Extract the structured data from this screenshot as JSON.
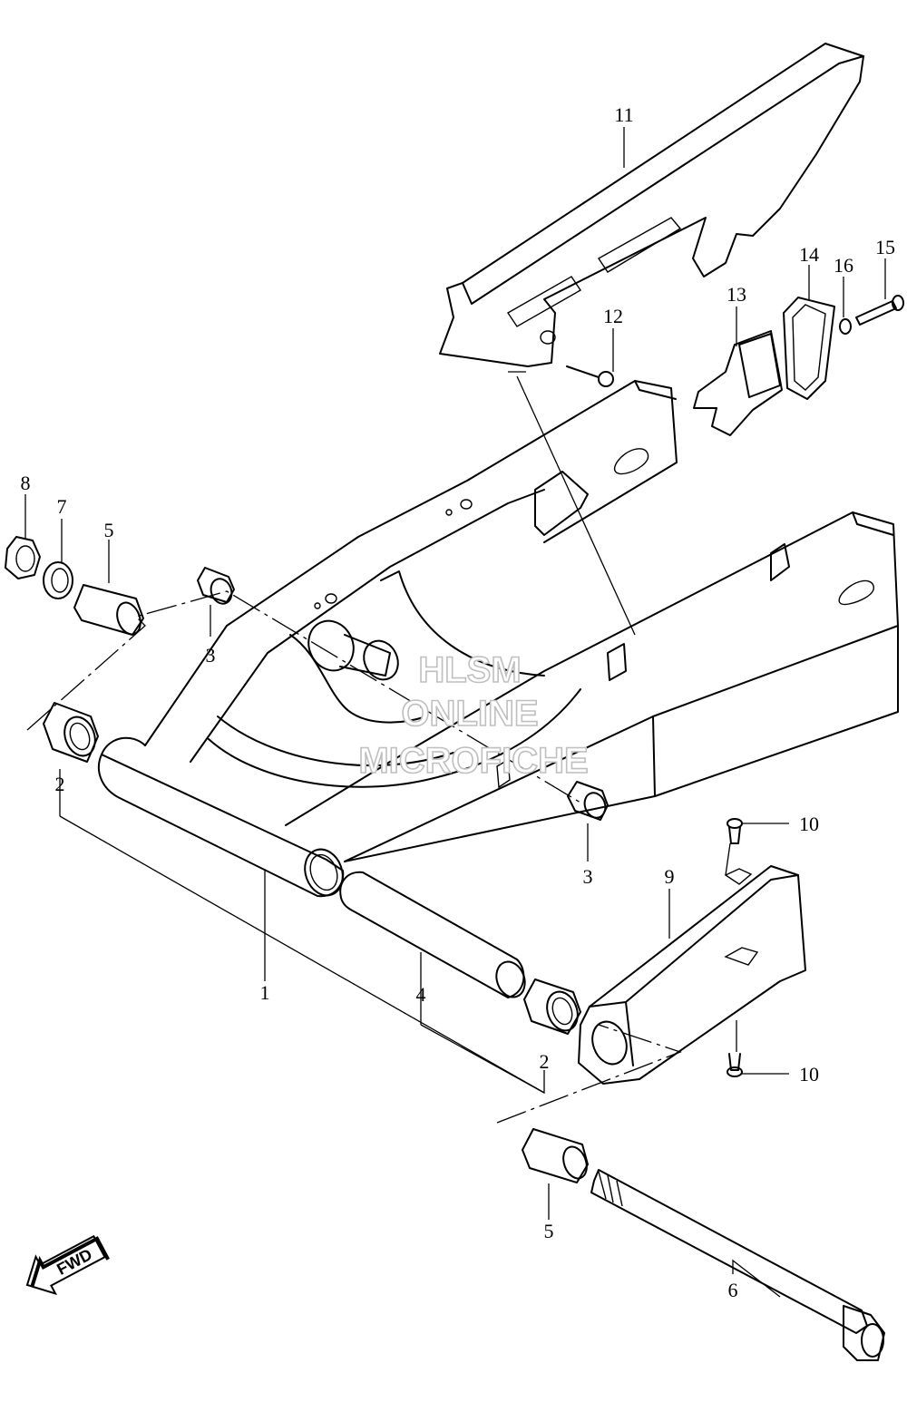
{
  "callouts": [
    {
      "id": "c1",
      "label": "1"
    },
    {
      "id": "c2a",
      "label": "2"
    },
    {
      "id": "c2b",
      "label": "2"
    },
    {
      "id": "c3a",
      "label": "3"
    },
    {
      "id": "c3b",
      "label": "3"
    },
    {
      "id": "c4",
      "label": "4"
    },
    {
      "id": "c5a",
      "label": "5"
    },
    {
      "id": "c5b",
      "label": "5"
    },
    {
      "id": "c6",
      "label": "6"
    },
    {
      "id": "c7",
      "label": "7"
    },
    {
      "id": "c8",
      "label": "8"
    },
    {
      "id": "c9",
      "label": "9"
    },
    {
      "id": "c10a",
      "label": "10"
    },
    {
      "id": "c10b",
      "label": "10"
    },
    {
      "id": "c11",
      "label": "11"
    },
    {
      "id": "c12",
      "label": "12"
    },
    {
      "id": "c13",
      "label": "13"
    },
    {
      "id": "c14",
      "label": "14"
    },
    {
      "id": "c15",
      "label": "15"
    },
    {
      "id": "c16",
      "label": "16"
    }
  ],
  "fwd_arrow": {
    "label": "FWD"
  },
  "watermark": {
    "line1": "HLSM",
    "line2": "ONLINE",
    "line3": "MICROFICHE"
  }
}
